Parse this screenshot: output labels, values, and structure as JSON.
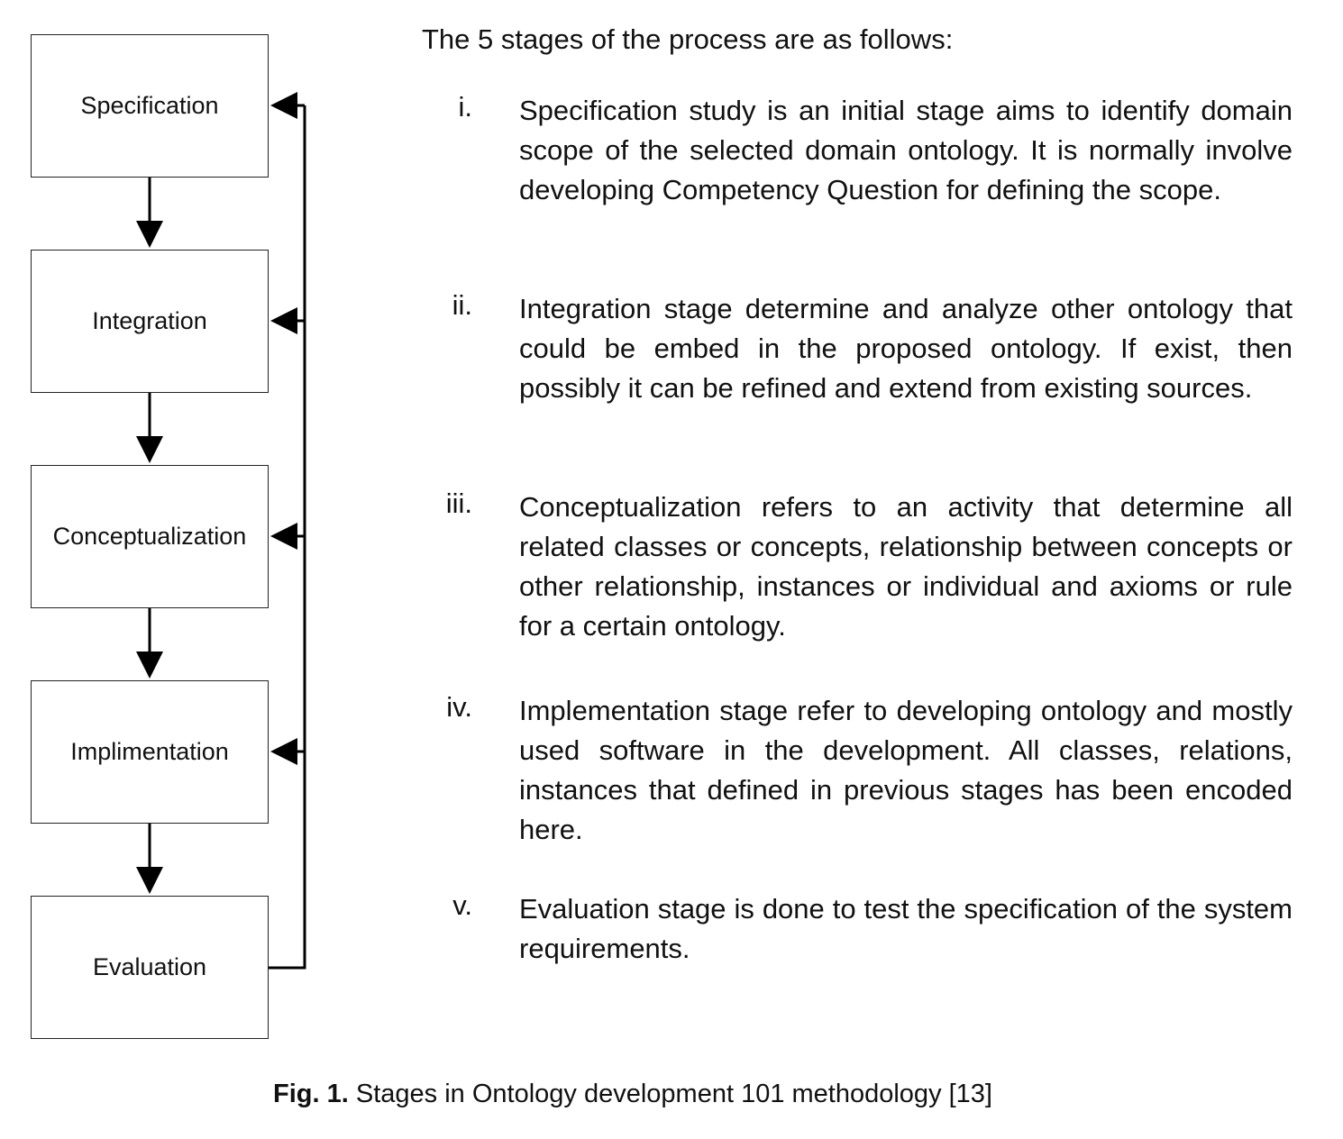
{
  "diagram": {
    "stages": [
      "Specification",
      "Integration",
      "Conceptualization",
      "Implimentation",
      "Evaluation"
    ],
    "arrows": [
      {
        "from": "Specification",
        "to": "Integration"
      },
      {
        "from": "Integration",
        "to": "Conceptualization"
      },
      {
        "from": "Conceptualization",
        "to": "Implimentation"
      },
      {
        "from": "Implimentation",
        "to": "Evaluation"
      }
    ],
    "feedback": {
      "from": "Evaluation",
      "to": [
        "Specification",
        "Integration",
        "Conceptualization",
        "Implimentation"
      ]
    }
  },
  "text": {
    "intro": "The 5 stages of the process are as follows:",
    "items": [
      {
        "num": "i.",
        "text": "Specification study is an initial stage aims to identify domain scope of the selected domain ontology. It is normally involve developing Competency Question for defining the scope."
      },
      {
        "num": "ii.",
        "text": "Integration stage determine and analyze other ontology that could be embed in the proposed ontology. If exist, then possibly it can be refined and extend from existing sources."
      },
      {
        "num": "iii.",
        "text": "Conceptualization refers to an activity that determine all related classes or concepts, relationship between concepts or other relationship, instances or individual and axioms or rule for a certain ontology."
      },
      {
        "num": "iv.",
        "text": "Implementation stage refer to developing ontology and mostly used software in the development. All classes, relations, instances that defined in previous stages has been encoded here."
      },
      {
        "num": "v.",
        "text": "Evaluation stage is done to test the specification of the system requirements."
      }
    ]
  },
  "caption": {
    "label": "Fig. 1.",
    "text": " Stages in Ontology development 101 methodology [13]"
  }
}
